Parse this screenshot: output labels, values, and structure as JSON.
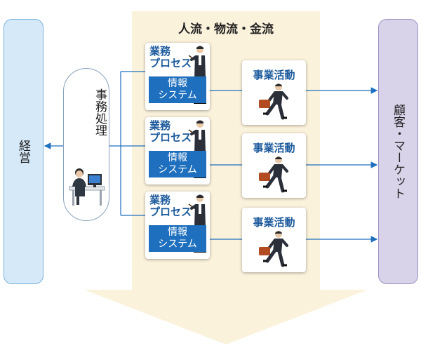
{
  "left_box": {
    "label": "経営"
  },
  "right_box": {
    "label": "顧客・マーケット"
  },
  "center": {
    "title": "人流・物流・金流"
  },
  "office": {
    "label": "事務処理"
  },
  "rows": [
    {
      "process_label": "業務\nプロセス",
      "info_label": "情報\nシステム",
      "activity_label": "事業活動"
    },
    {
      "process_label": "業務\nプロセス",
      "info_label": "情報\nシステム",
      "activity_label": "事業活動"
    },
    {
      "process_label": "業務\nプロセス",
      "info_label": "情報\nシステム",
      "activity_label": "事業活動"
    }
  ],
  "colors": {
    "flow_background": "#fbf2dc",
    "left_box_fill": "#d6e9f8",
    "right_box_fill": "#d9d3ea",
    "info_fill": "#1e6fbe",
    "connector": "#1e6fbe"
  },
  "icons": [
    "presenter-icon",
    "businessman-running-icon",
    "office-worker-desk-icon"
  ]
}
